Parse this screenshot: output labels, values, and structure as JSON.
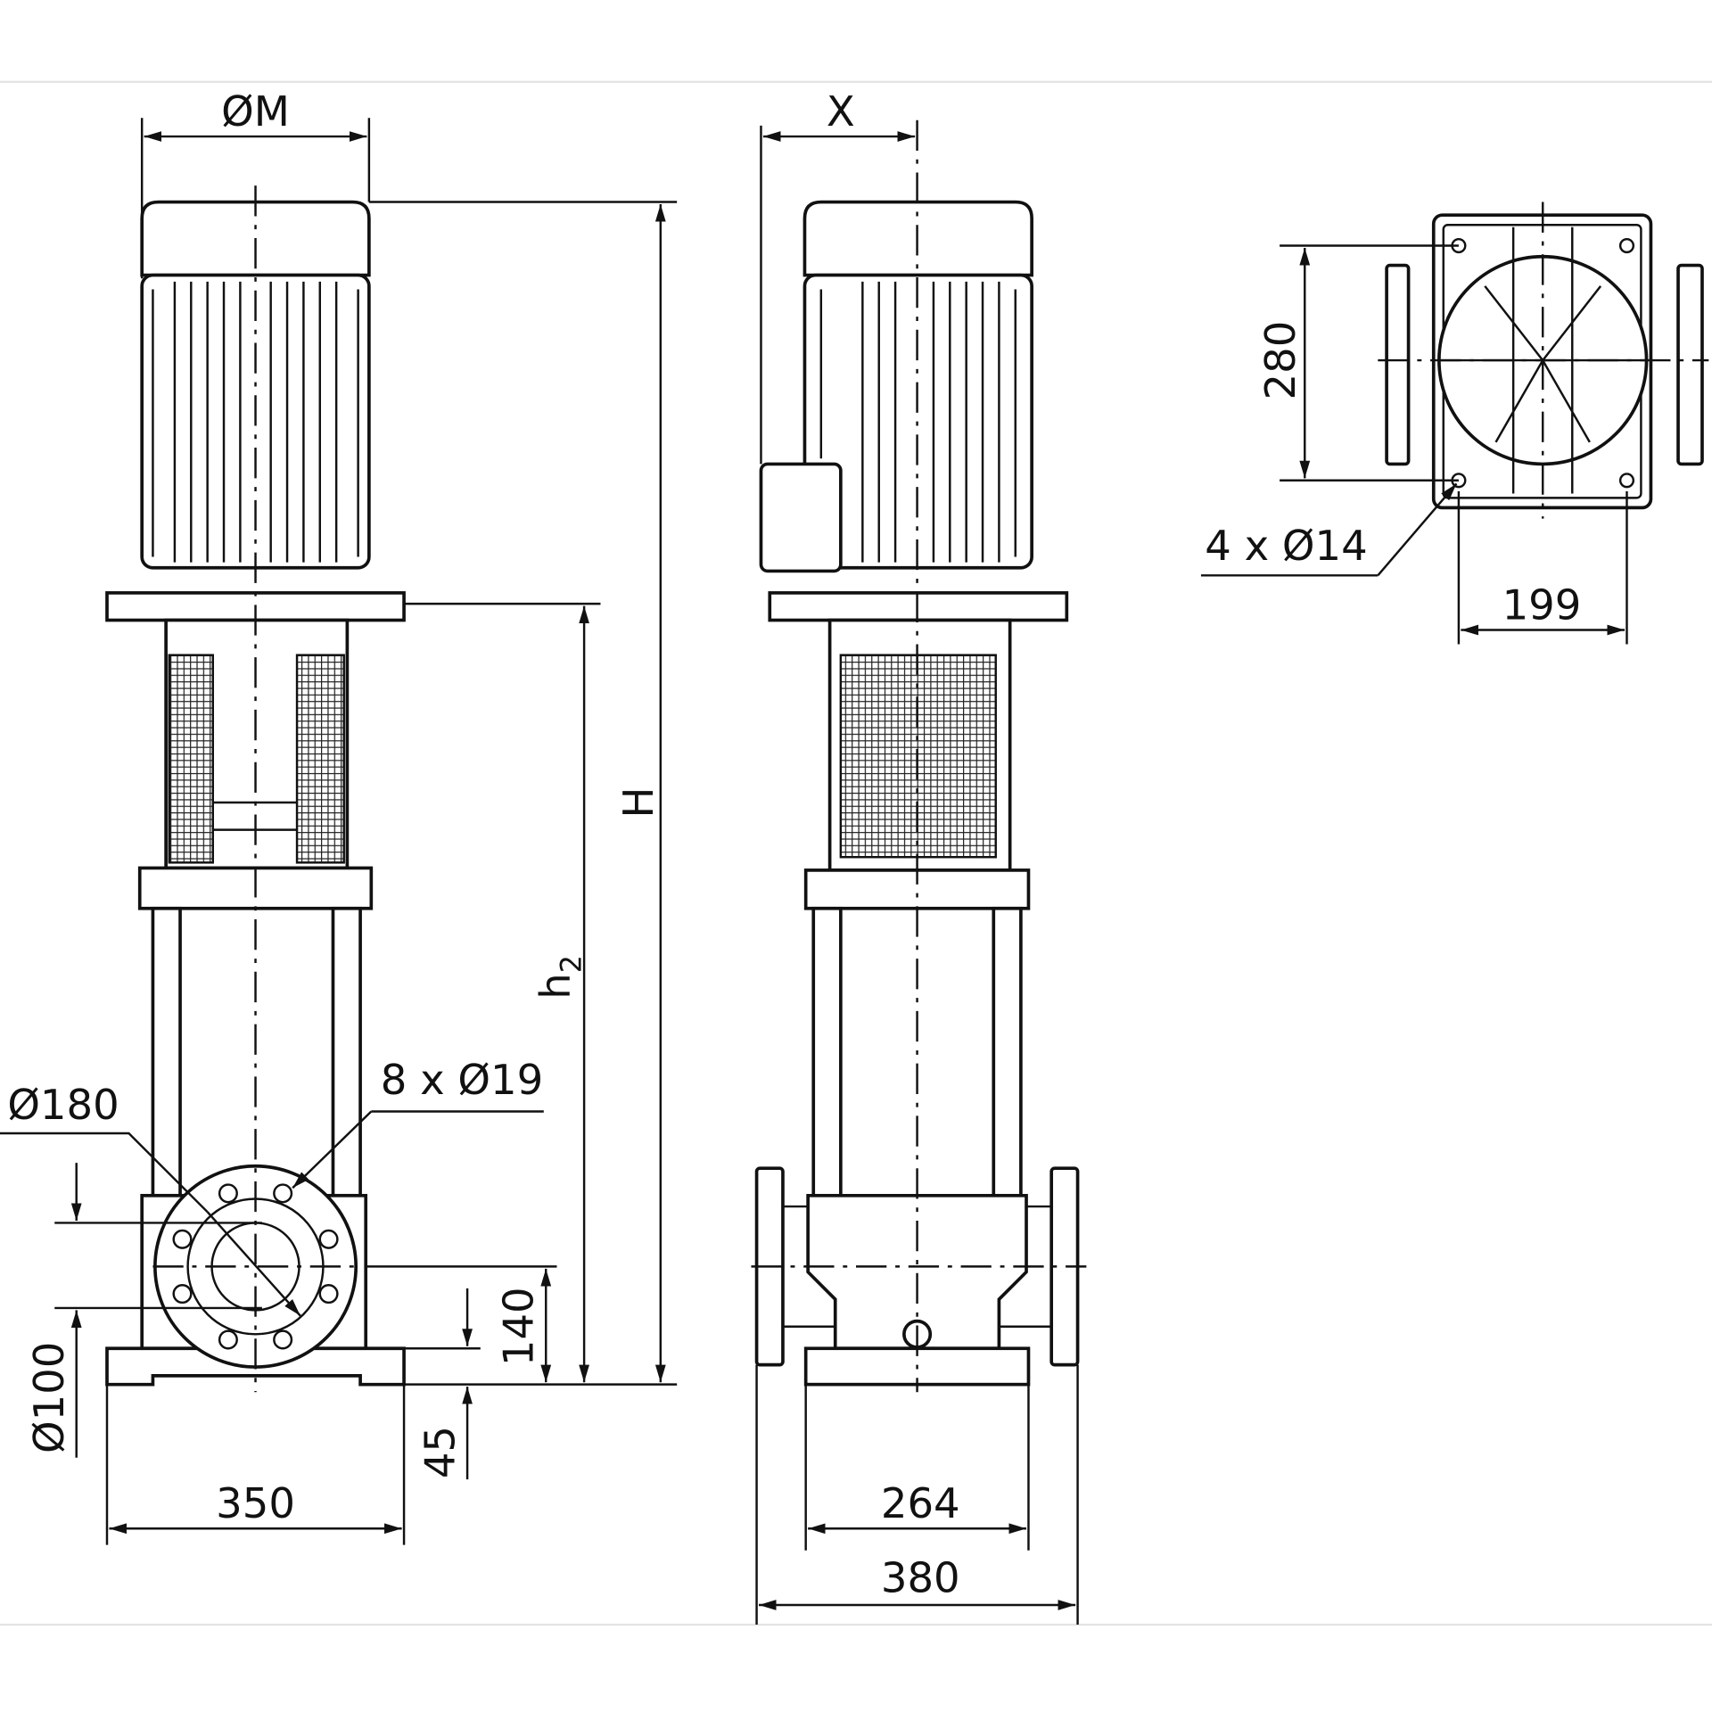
{
  "title": "Vertical multistage pump dimension drawing",
  "dimensions": {
    "motor_diameter": "ØM",
    "x": "X",
    "height": "H",
    "h2_main": "h",
    "h2_sub": "2",
    "flange_pcd": "Ø180",
    "flange_bolts": "8 x Ø19",
    "nominal_diameter": "Ø100",
    "axis_height": "140",
    "base_height": "45",
    "base_width_side": "350",
    "base_inner_width": "264",
    "flange_to_flange": "380",
    "foot_spacing_depth": "280",
    "foot_holes": "4 x Ø14",
    "foot_spacing_width": "199"
  },
  "colors": {
    "line": "#111111",
    "background": "#ffffff"
  }
}
